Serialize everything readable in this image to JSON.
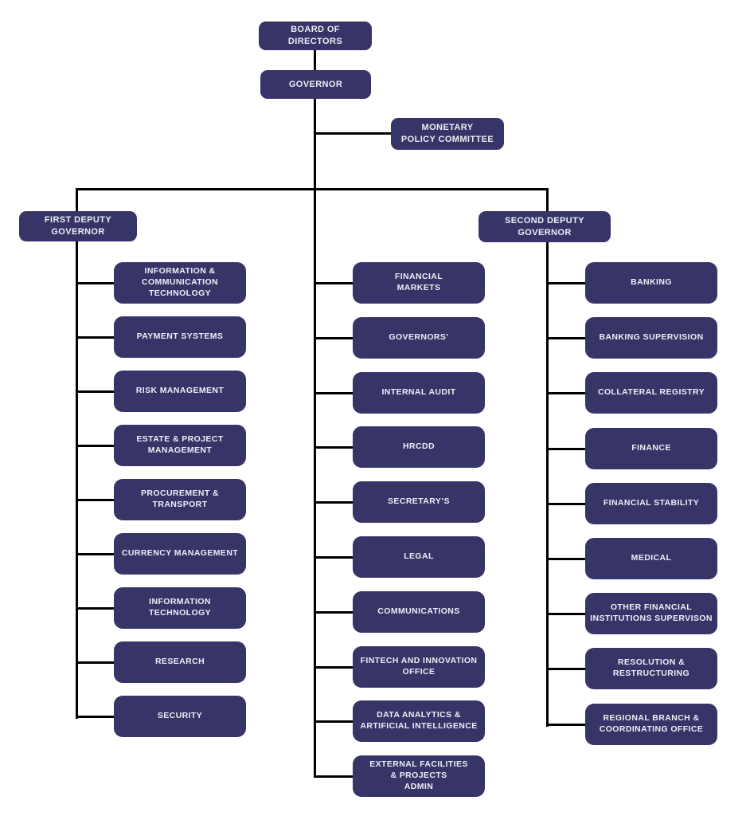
{
  "colors": {
    "box": "#373468",
    "line": "#000000",
    "text": "#EFEEF6",
    "background": "#ffffff"
  },
  "org": {
    "board": {
      "label": "BOARD OF DIRECTORS"
    },
    "governor": {
      "label": "GOVERNOR"
    },
    "committee": {
      "label": "MONETARY\nPOLICY COMMITTEE"
    },
    "first_deputy": {
      "label": "FIRST DEPUTY GOVERNOR"
    },
    "second_deputy": {
      "label": "SECOND DEPUTY GOVERNOR"
    },
    "columns": [
      {
        "id": "first-deputy-departments",
        "reports_to": "FIRST DEPUTY GOVERNOR",
        "items": [
          "INFORMATION &\nCOMMUNICATION\nTECHNOLOGY",
          "PAYMENT SYSTEMS",
          "RISK MANAGEMENT",
          "ESTATE & PROJECT\nMANAGEMENT",
          "PROCUREMENT & TRANSPORT",
          "CURRENCY MANAGEMENT",
          "INFORMATION TECHNOLOGY",
          "RESEARCH",
          "SECURITY"
        ]
      },
      {
        "id": "governor-departments",
        "reports_to": "GOVERNOR",
        "items": [
          "FINANCIAL\nMARKETS",
          "GOVERNORS’",
          "INTERNAL AUDIT",
          "HRCDD",
          "SECRETARY’S",
          "LEGAL",
          "COMMUNICATIONS",
          "FINTECH AND INNOVATION\nOFFICE",
          "DATA ANALYTICS &\nARTIFICIAL INTELLIGENCE",
          "EXTERNAL FACILITIES\n& PROJECTS\nADMIN"
        ]
      },
      {
        "id": "second-deputy-departments",
        "reports_to": "SECOND DEPUTY GOVERNOR",
        "items": [
          "BANKING",
          "BANKING SUPERVISION",
          "COLLATERAL REGISTRY",
          "FINANCE",
          "FINANCIAL STABILITY",
          "MEDICAL",
          "OTHER FINANCIAL\nINSTITUTIONS SUPERVISON",
          "RESOLUTION &\nRESTRUCTURING",
          "REGIONAL BRANCH &\nCOORDINATING OFFICE"
        ]
      }
    ]
  }
}
